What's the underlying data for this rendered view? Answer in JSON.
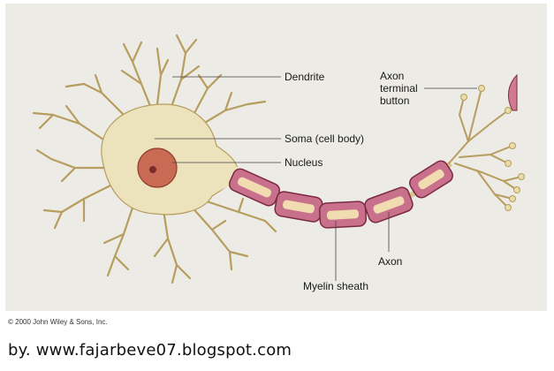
{
  "diagram": {
    "labels": {
      "dendrite": "Dendrite",
      "soma": "Soma (cell body)",
      "nucleus": "Nucleus",
      "axon_terminal_line1": "Axon",
      "axon_terminal_line2": "terminal",
      "axon_terminal_line3": "button",
      "axon": "Axon",
      "myelin": "Myelin sheath"
    },
    "colors": {
      "background": "#ecebe5",
      "cell_body": "#ece3bd",
      "cell_outline": "#b79d5e",
      "nucleus": "#c96a55",
      "myelin": "#c9708c",
      "myelin_outline": "#7a2b43"
    }
  },
  "footer": {
    "copyright": "© 2000 John Wiley & Sons, Inc.",
    "credit": "by. www.fajarbeve07.blogspot.com"
  }
}
